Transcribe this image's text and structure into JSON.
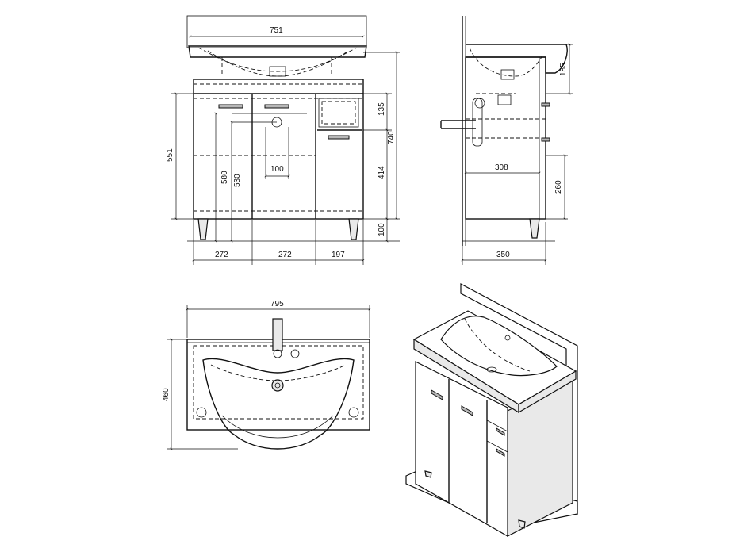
{
  "front_view": {
    "overall_width": "751",
    "dims_bottom": [
      "272",
      "272",
      "197"
    ],
    "dim_left_551": "551",
    "dim_580": "580",
    "dim_530": "530",
    "dim_100_center": "100",
    "dim_135": "135",
    "dim_740": "740",
    "dim_414": "414",
    "dim_100_legs": "100"
  },
  "side_view": {
    "dim_185": "185",
    "dim_308": "308",
    "dim_260": "260",
    "dim_350": "350"
  },
  "top_view": {
    "width": "795",
    "depth": "460"
  }
}
